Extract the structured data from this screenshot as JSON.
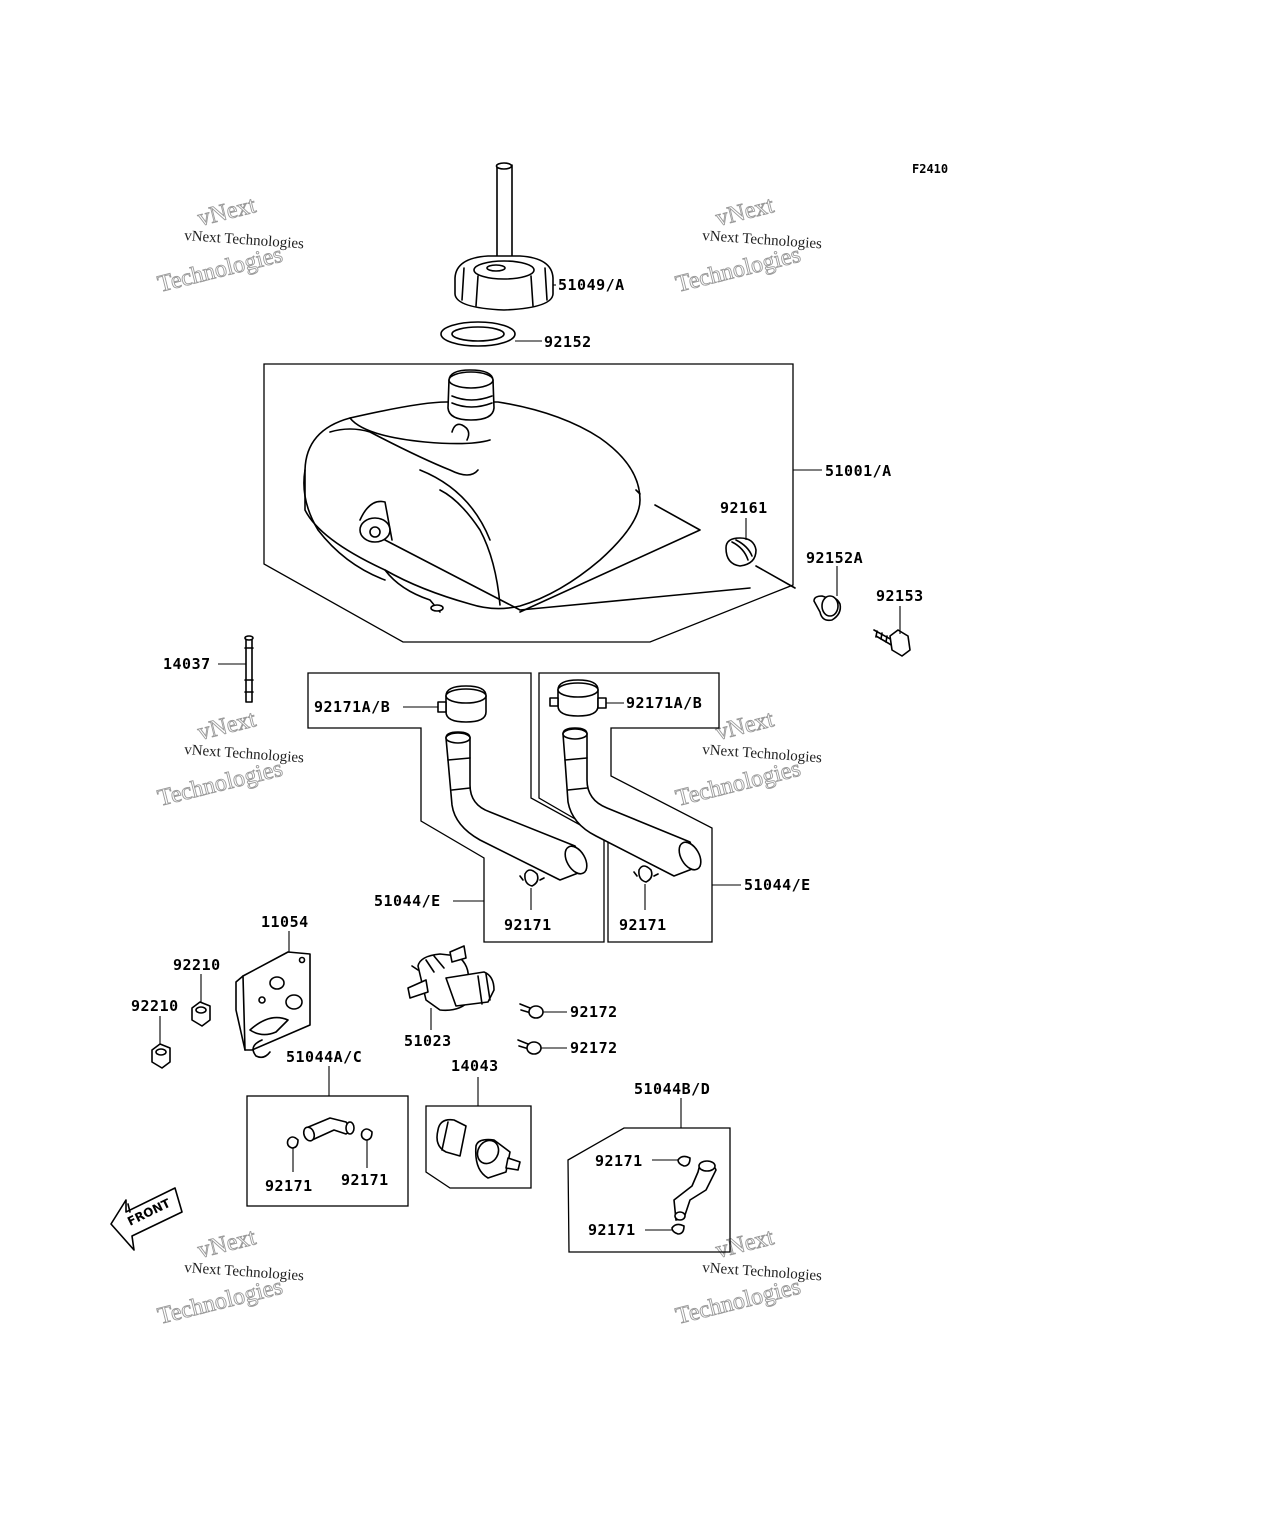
{
  "figure_code": "F2410",
  "watermark": {
    "line1": "vNext Technologies",
    "line2": "vNext",
    "line3": "Technologies"
  },
  "front_label": "FRONT",
  "parts": {
    "cap": "51049/A",
    "cap_gasket": "92152",
    "tank": "51001/A",
    "damper_top": "92161",
    "washer": "92152A",
    "bolt": "92153",
    "tube_left": "14037",
    "clip_left_top": "92171A/B",
    "clip_right_top": "92171A/B",
    "hose_left": "51044/E",
    "hose_right": "51044/E",
    "clamp_left": "92171",
    "clamp_right": "92171",
    "bracket": "11054",
    "nut_upper": "92210",
    "nut_lower": "92210",
    "cock": "51023",
    "screw_upper": "92172",
    "screw_lower": "92172",
    "hose_bl": "51044A/C",
    "clamp_bl_left": "92171",
    "clamp_bl_right": "92171",
    "filter": "14043",
    "hose_br": "51044B/D",
    "clamp_br_top": "92171",
    "clamp_br_bottom": "92171"
  }
}
